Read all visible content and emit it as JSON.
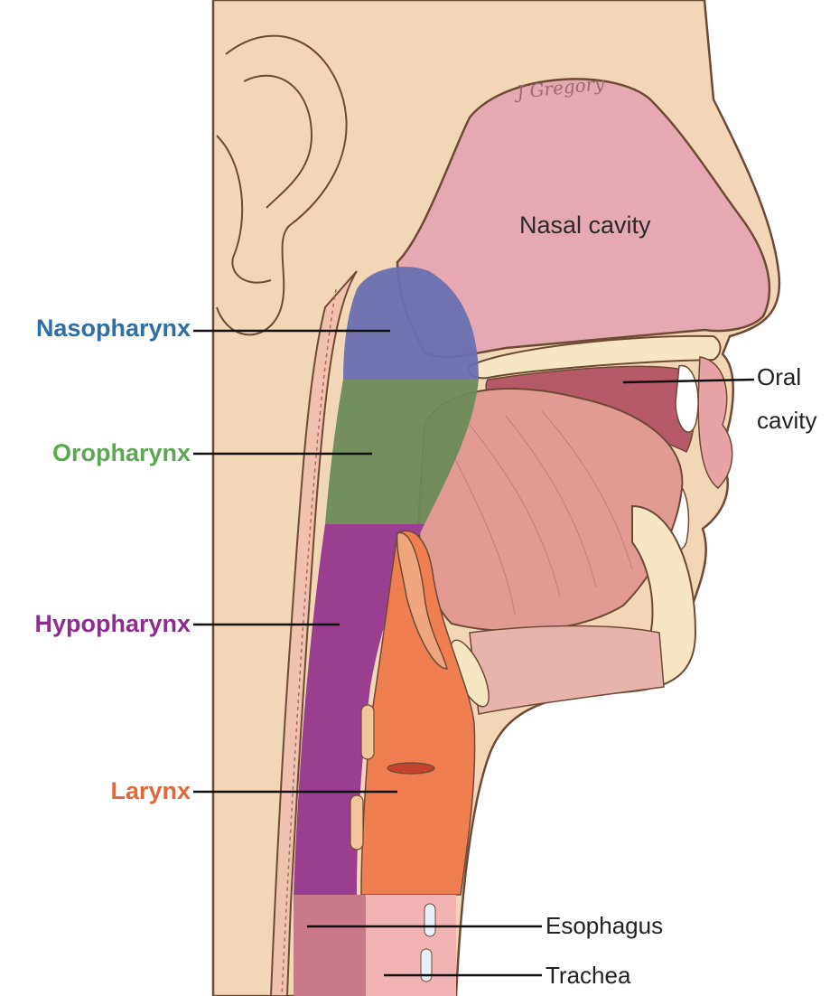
{
  "diagram": {
    "signature": "J Gregory",
    "labels": {
      "nasal_cavity": "Nasal cavity",
      "oral_cavity_line1": "Oral",
      "oral_cavity_line2": "cavity",
      "nasopharynx": "Nasopharynx",
      "oropharynx": "Oropharynx",
      "hypopharynx": "Hypopharynx",
      "larynx": "Larynx",
      "esophagus": "Esophagus",
      "trachea": "Trachea"
    },
    "colors": {
      "nasopharynx": "#2e6fa6",
      "oropharynx": "#5aa84f",
      "hypopharynx": "#8e2d8f",
      "larynx": "#e0683a",
      "skin": "#f2d6b8",
      "nasal": "#e6a9b4",
      "tongue": "#e29a94"
    }
  }
}
